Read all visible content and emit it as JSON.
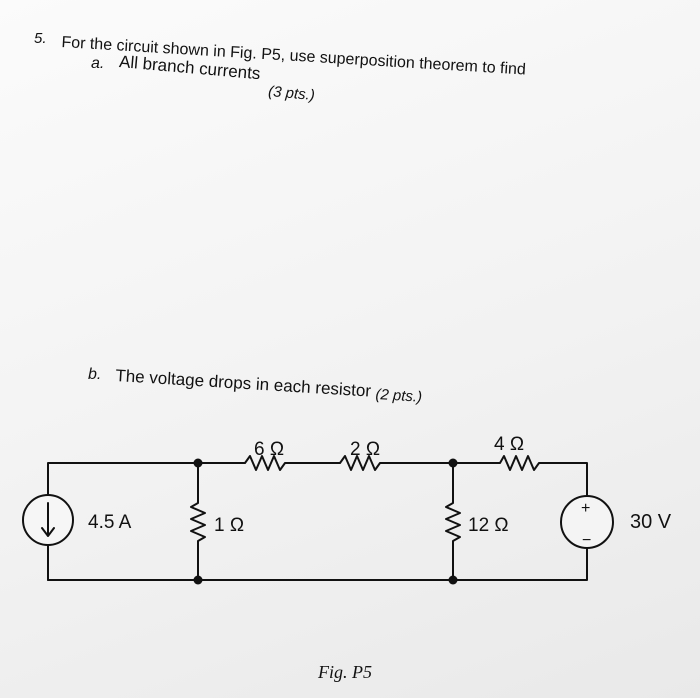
{
  "problem": {
    "number": "5.",
    "intro": "For the circuit shown in Fig. P5, use superposition theorem to find",
    "part_a_label": "a.",
    "part_a_text": "All branch currents",
    "part_a_points": "(3 pts.)",
    "part_b_label": "b.",
    "part_b_text": "The voltage drops in each resistor",
    "part_b_points": "(2 pts.)"
  },
  "circuit": {
    "r_top_left": "6 Ω",
    "r_top_mid": "2 Ω",
    "r_top_right": "4 Ω",
    "current_source": "4.5 A",
    "r_shunt_left": "1 Ω",
    "r_shunt_right": "12 Ω",
    "voltage_source": "30 V",
    "plus_sign": "+",
    "minus_sign": "−",
    "caption": "Fig. P5"
  }
}
